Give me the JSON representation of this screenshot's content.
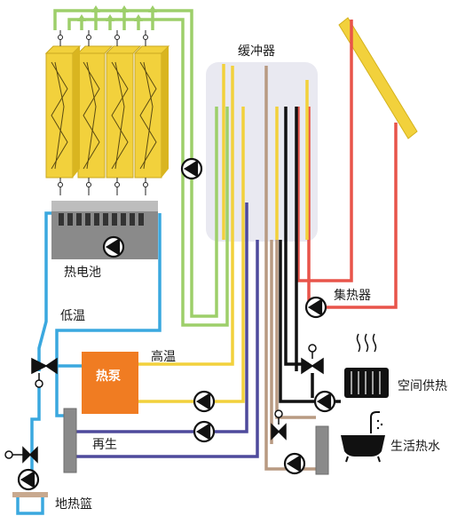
{
  "labels": {
    "buffer": "缓冲器",
    "battery": "热电池",
    "low_temp": "低温",
    "high_temp": "高温",
    "heat_pump": "热泵",
    "regen": "再生",
    "collector": "集热器",
    "space_heating": "空间供热",
    "hot_water": "生活热水",
    "ground_basket": "地热篮"
  },
  "colors": {
    "pipe_green": "#9dcf6a",
    "pipe_yellow": "#f2d13c",
    "pipe_blue": "#3aa8df",
    "pipe_purple": "#4e4a9c",
    "pipe_red": "#e8544a",
    "pipe_brown": "#b89a82",
    "pipe_black": "#111111",
    "heat_pump": "#f07c22",
    "buffer_tank": "#e9e9f1",
    "hx_gray": "#8a8a8a"
  }
}
